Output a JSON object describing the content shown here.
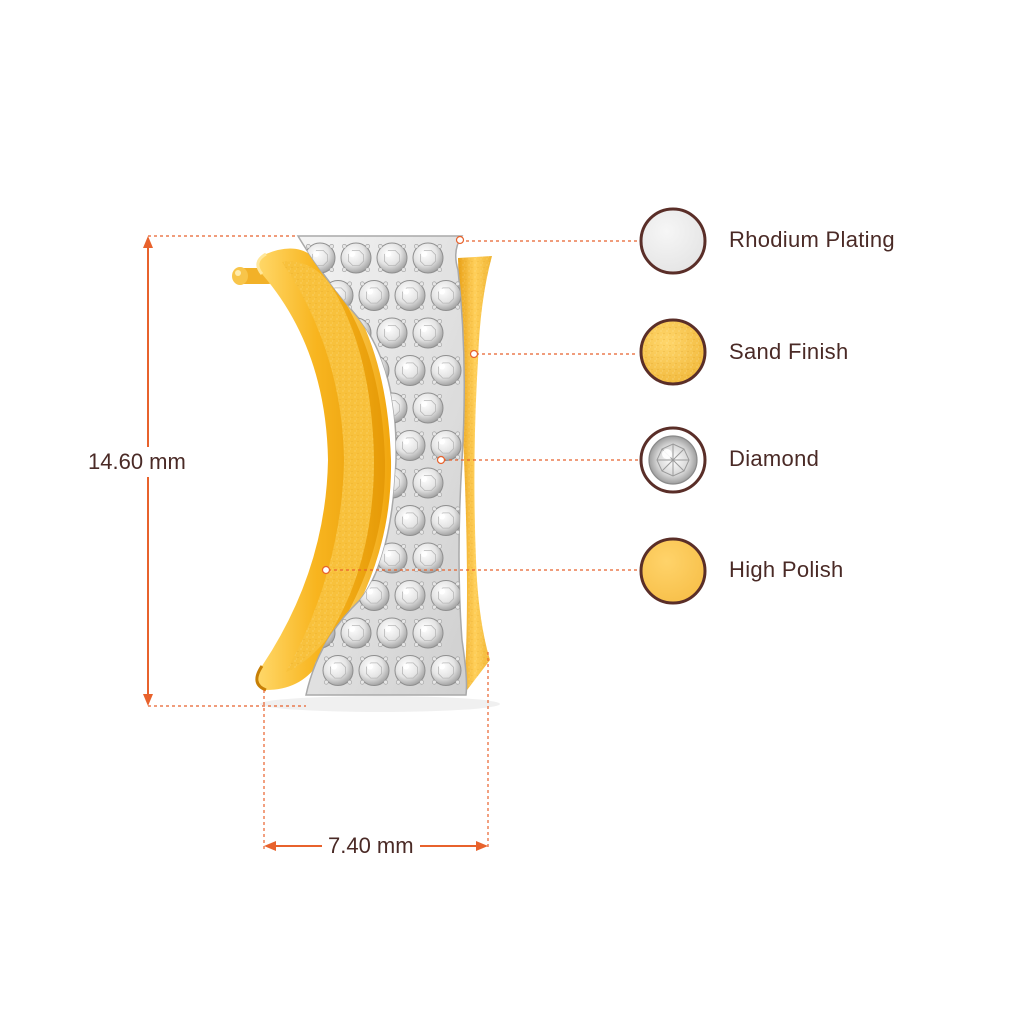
{
  "dimensions": {
    "height_label": "14.60 mm",
    "width_label": "7.40 mm"
  },
  "legend": [
    {
      "label": "Rhodium Plating",
      "swatch": "rhodium"
    },
    {
      "label": "Sand Finish",
      "swatch": "sand"
    },
    {
      "label": "Diamond",
      "swatch": "diamond"
    },
    {
      "label": "High Polish",
      "swatch": "polish"
    }
  ],
  "colors": {
    "accent": "#e8622c",
    "ring": "#5a2e28",
    "text": "#4a2a26",
    "gold_light": "#ffd15c",
    "gold_mid": "#f6b320",
    "gold_dark": "#d98a06",
    "rhodium": "#ececec"
  },
  "icons": {
    "product": "earring-image",
    "rhodium": "rhodium-swatch-icon",
    "sand": "sand-finish-swatch-icon",
    "diamond": "diamond-swatch-icon",
    "polish": "high-polish-swatch-icon"
  }
}
